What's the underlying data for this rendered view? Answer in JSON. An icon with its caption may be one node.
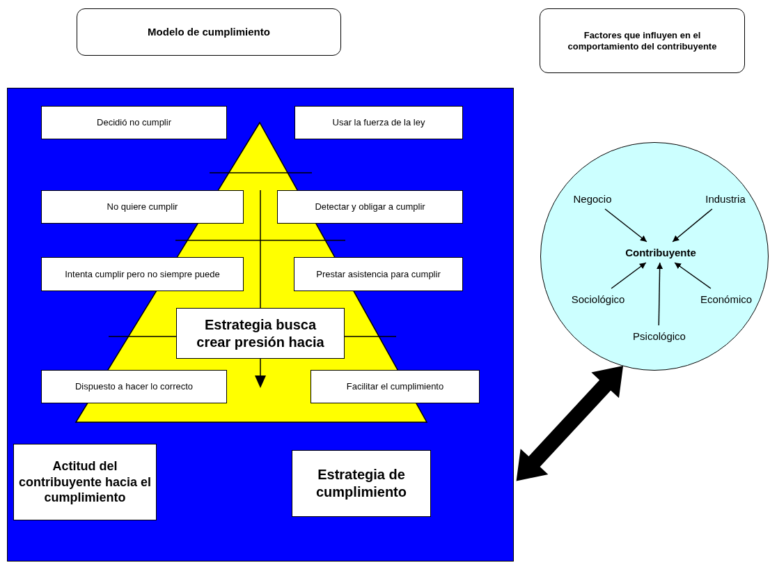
{
  "diagram": {
    "nodes": [
      {
        "text": [
          "Modelo de cumplimiento"
        ]
      },
      {
        "text": [
          "Factores que influyen en el comportamiento del contribuyente"
        ]
      },
      {
        "text": [],
        "shape": "box"
      },
      {
        "text": [
          "Decidió no cumplir"
        ],
        "in": 2
      },
      {
        "text": [
          "Usar la fuerza de la ley"
        ],
        "in": 2
      },
      {
        "text": [
          "No quiere cumplir"
        ],
        "in": 2
      },
      {
        "text": [
          "Detectar y obligar a cumplir"
        ],
        "in": 2
      },
      {
        "text": [
          "Intenta cumplir pero no siempre puede"
        ],
        "in": 2
      },
      {
        "text": [
          "Prestar asistencia para cumplir"
        ],
        "in": 2
      },
      {
        "text": [
          "Estrategia busca crear presión hacia"
        ],
        "in": 2
      },
      {
        "text": [
          "Dispuesto a hacer lo correcto"
        ],
        "in": 2
      },
      {
        "text": [
          "Facilitar el cumplimiento"
        ],
        "in": 2
      },
      {
        "text": [
          "Actitud del contribuyente hacia el cumplimiento"
        ],
        "in": 2
      },
      {
        "text": [
          "Estrategia de cumplimiento"
        ],
        "in": 2
      },
      {
        "text": [],
        "shape": "circle"
      },
      {
        "text": [
          "Negocio"
        ],
        "in": 14
      },
      {
        "text": [
          "Industria"
        ],
        "in": 14
      },
      {
        "text": [
          "Contribuyente"
        ],
        "in": 14
      },
      {
        "text": [
          "Sociológico"
        ],
        "in": 14
      },
      {
        "text": [
          "Económico"
        ],
        "in": 14
      },
      {
        "text": [
          "Psicológico"
        ],
        "in": 14
      }
    ],
    "edges": [
      {
        "from": 15,
        "to": 17,
        "arrow": "to"
      },
      {
        "from": 16,
        "to": 17,
        "arrow": "to"
      },
      {
        "from": 18,
        "to": 17,
        "arrow": "to"
      },
      {
        "from": 20,
        "to": 17,
        "arrow": "to"
      },
      {
        "from": 19,
        "to": 17,
        "arrow": "to"
      },
      {
        "from": 2,
        "to": 14,
        "arrow": "both",
        "style": "thick"
      }
    ]
  }
}
